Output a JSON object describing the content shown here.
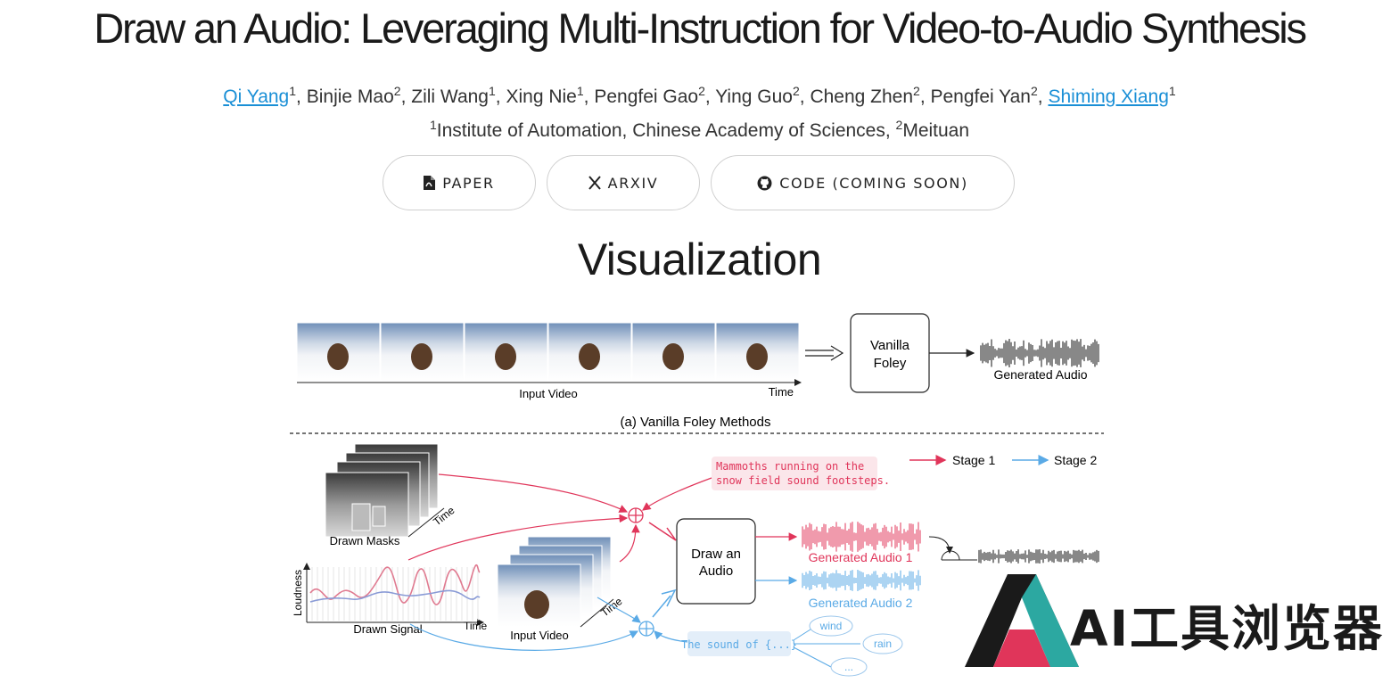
{
  "title": "Draw an Audio: Leveraging Multi-Instruction for Video-to-Audio Synthesis",
  "authors": [
    {
      "name": "Qi Yang",
      "sup": "1",
      "link": true
    },
    {
      "name": "Binjie Mao",
      "sup": "2",
      "link": false
    },
    {
      "name": "Zili Wang",
      "sup": "1",
      "link": false
    },
    {
      "name": "Xing Nie",
      "sup": "1",
      "link": false
    },
    {
      "name": "Pengfei Gao",
      "sup": "2",
      "link": false
    },
    {
      "name": "Ying Guo",
      "sup": "2",
      "link": false
    },
    {
      "name": "Cheng Zhen",
      "sup": "2",
      "link": false
    },
    {
      "name": "Pengfei Yan",
      "sup": "2",
      "link": false
    },
    {
      "name": "Shiming Xiang",
      "sup": "1",
      "link": true
    }
  ],
  "affiliations": {
    "a1_sup": "1",
    "a1": "Institute of Automation, Chinese Academy of Sciences, ",
    "a2_sup": "2",
    "a2": "Meituan"
  },
  "buttons": {
    "paper": "PAPER",
    "arxiv": "ARXIV",
    "code": "CODE (COMING SOON)"
  },
  "icons": {
    "paper": "pdf-file-icon",
    "arxiv": "x-logo-icon",
    "code": "github-icon"
  },
  "section_title": "Visualization",
  "figure": {
    "input_video": "Input Video",
    "time": "Time",
    "vanilla_foley_1": "Vanilla",
    "vanilla_foley_2": "Foley",
    "generated_audio": "Generated Audio",
    "caption_a": "(a) Vanilla Foley Methods",
    "stage1": "Stage 1",
    "stage2": "Stage 2",
    "prompt_line1": "Mammoths running on the",
    "prompt_line2": "snow field sound footsteps.",
    "drawn_masks": "Drawn Masks",
    "time_label": "Time",
    "loudness": "Loudness",
    "drawn_signal": "Drawn Signal",
    "input_video_b": "Input Video",
    "draw_audio_1": "Draw an",
    "draw_audio_2": "Audio",
    "generated_audio_1": "Generated Audio 1",
    "generated_audio_2": "Generated Audio 2",
    "sound_of": "The sound of {...}",
    "wind": "wind",
    "rain": "rain",
    "ellipsis": "..."
  },
  "watermark": {
    "text": "AI工具浏览器"
  },
  "colors": {
    "link": "#1a8fd6",
    "stage1": "#e0355a",
    "stage2": "#5aaae6"
  }
}
